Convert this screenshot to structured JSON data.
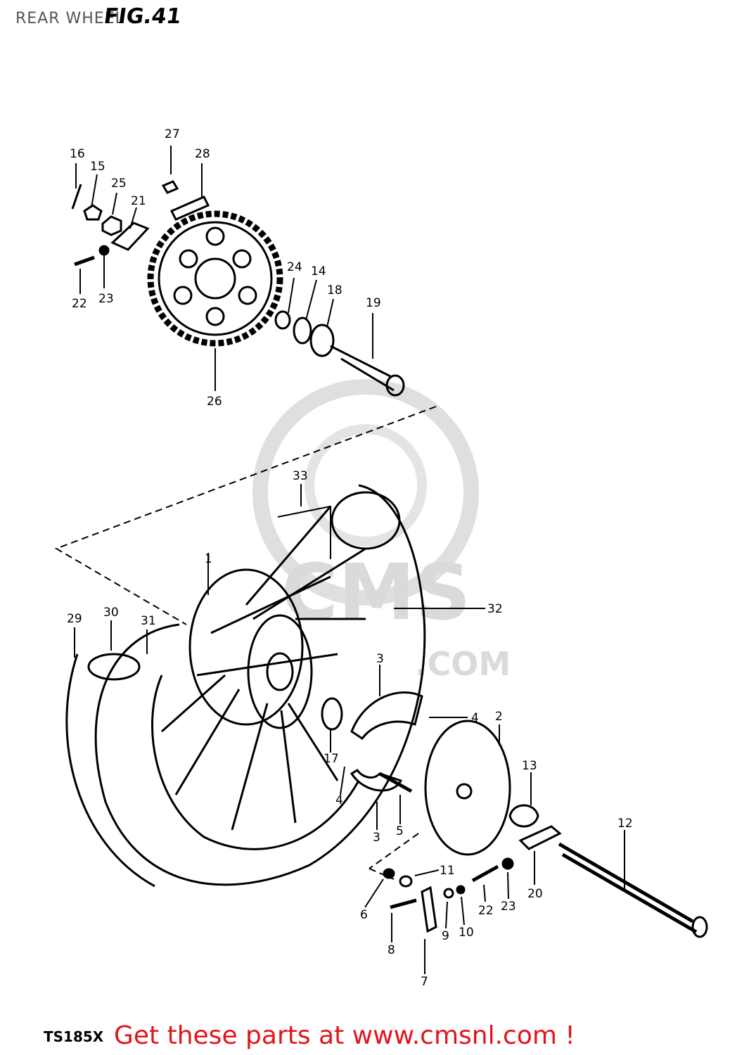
{
  "header": {
    "section_title": "REAR WHEEL",
    "figure_number": "FIG.41"
  },
  "footer": {
    "model_code": "TS185X",
    "promo_text": "Get these parts at www.cmsnl.com !"
  },
  "watermark": {
    "line1": "CMS",
    "line2": ".COM"
  },
  "colors": {
    "promo": "#e2141b",
    "ink": "#000000",
    "watermark": "#d7d7d7"
  },
  "callouts": {
    "c1": "1",
    "c2": "2",
    "c3a": "3",
    "c3b": "3",
    "c4a": "4",
    "c4b": "4",
    "c5": "5",
    "c6": "6",
    "c7": "7",
    "c8": "8",
    "c9": "9",
    "c10": "10",
    "c11": "11",
    "c12": "12",
    "c13": "13",
    "c14": "14",
    "c15": "15",
    "c16": "16",
    "c17": "17",
    "c18": "18",
    "c19": "19",
    "c20": "20",
    "c21": "21",
    "c22a": "22",
    "c22b": "22",
    "c23a": "23",
    "c23b": "23",
    "c24": "24",
    "c25": "25",
    "c26": "26",
    "c27": "27",
    "c28": "28",
    "c29": "29",
    "c30": "30",
    "c31": "31",
    "c32": "32",
    "c33": "33"
  }
}
